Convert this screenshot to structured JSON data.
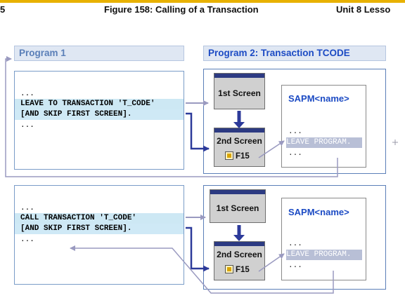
{
  "header": {
    "page_number": "5",
    "figure_title": "Figure 158: Calling of a Transaction",
    "unit": "Unit 8 Lesso"
  },
  "program1": {
    "title": "Program 1"
  },
  "program2": {
    "title": "Program 2: Transaction TCODE"
  },
  "top": {
    "code_lines": [
      "...",
      "LEAVE TO TRANSACTION 'T_CODE'",
      "[AND SKIP FIRST SCREEN].",
      "..."
    ],
    "screen1": "1st Screen",
    "screen2": "2nd Screen",
    "fkey": "F15",
    "sap_title": "SAPM<name>",
    "sap_lines": [
      "...",
      "LEAVE PROGRAM.",
      "..."
    ]
  },
  "bottom": {
    "code_lines": [
      "...",
      "CALL TRANSACTION 'T_CODE'",
      "[AND SKIP FIRST SCREEN].",
      "..."
    ],
    "screen1": "1st Screen",
    "screen2": "2nd Screen",
    "fkey": "F15",
    "sap_title": "SAPM<name>",
    "sap_lines": [
      "...",
      "LEAVE PROGRAM.",
      "..."
    ]
  },
  "colors": {
    "accent_blue": "#1c4bc4",
    "arrow_dark": "#2c3a9a",
    "connector": "#9a9ac0",
    "header_bar": "#e8b100"
  }
}
